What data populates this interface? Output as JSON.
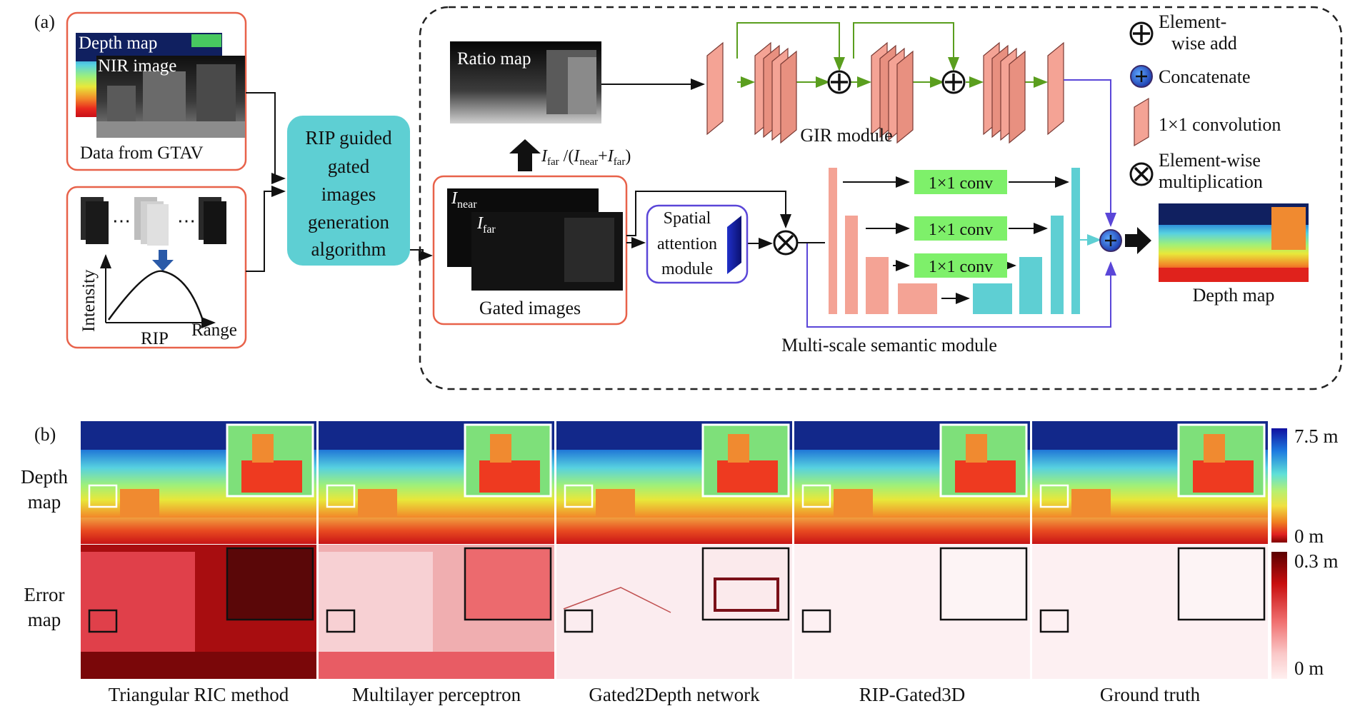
{
  "panel_a": {
    "label": "(a)",
    "gtav": {
      "depth_label": "Depth map",
      "nir_label": "NIR image",
      "caption": "Data from GTAV"
    },
    "rip": {
      "dots1": "⋯",
      "dots2": "⋯",
      "ylabel": "Intensity",
      "xlabel": "Range",
      "caption": "RIP"
    },
    "algorithm": [
      "RIP guided",
      "gated",
      "images",
      "generation",
      "algorithm"
    ],
    "gated": {
      "near": "I",
      "near_sub": "near",
      "far": "I",
      "far_sub": "far",
      "caption": "Gated images"
    },
    "ratio": {
      "label": "Ratio map",
      "formula": {
        "I1": "I",
        "s1": "far",
        "mid": " /(",
        "I2": "I",
        "s2": "near",
        "plus": "+",
        "I3": "I",
        "s3": "far",
        "end": ")"
      }
    },
    "spatial": [
      "Spatial",
      "attention",
      "module"
    ],
    "gir_caption": "GIR module",
    "conv_labels": [
      "1×1 conv",
      "1×1 conv",
      "1×1 conv"
    ],
    "multiscale_caption": "Multi-scale semantic module",
    "output_caption": "Depth map",
    "legend": {
      "add": [
        "Element-",
        "wise add"
      ],
      "concat": "Concatenate",
      "conv": "1×1 convolution",
      "mult": [
        "Element-wise",
        "multiplication"
      ]
    },
    "colors": {
      "red_border": "#e8624a",
      "teal": "#5ecfd3",
      "salmon": "#f4a395",
      "green": "#7ef06a",
      "arrow_green": "#5a9e1e",
      "purple": "#5a46d8"
    }
  },
  "panel_b": {
    "label": "(b)",
    "rows": [
      [
        "Depth",
        "map"
      ],
      [
        "Error",
        "map"
      ]
    ],
    "methods": [
      "Triangular RIC method",
      "Multilayer perceptron",
      "Gated2Depth network",
      "RIP-Gated3D",
      "Ground truth"
    ],
    "depth_scale": {
      "max": "7.5 m",
      "min": "0 m"
    },
    "error_scale": {
      "max": "0.3 m",
      "min": "0 m"
    }
  }
}
